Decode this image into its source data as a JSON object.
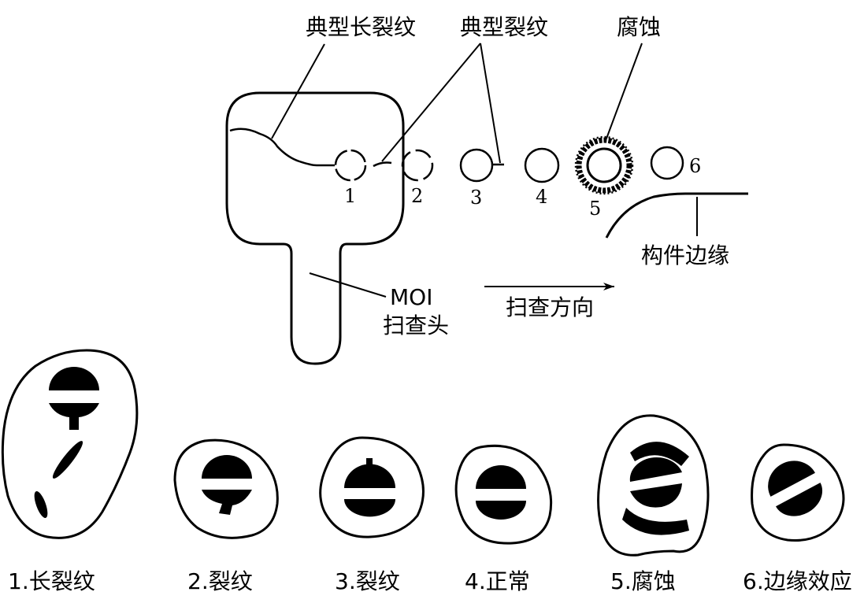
{
  "labels": {
    "long_crack": "典型长裂纹",
    "typical_crack": "典型裂纹",
    "corrosion": "腐蚀",
    "component_edge": "构件边缘",
    "moi": "MOI",
    "probe": "扫查头",
    "scan_direction": "扫查方向"
  },
  "hole_numbers": [
    "1",
    "2",
    "3",
    "4",
    "5",
    "6"
  ],
  "captions": [
    "1.长裂纹",
    "2.裂纹",
    "3.裂纹",
    "4.正常",
    "5.腐蚀",
    "6.边缘效应"
  ],
  "colors": {
    "ink": "#000000",
    "background": "#ffffff"
  }
}
